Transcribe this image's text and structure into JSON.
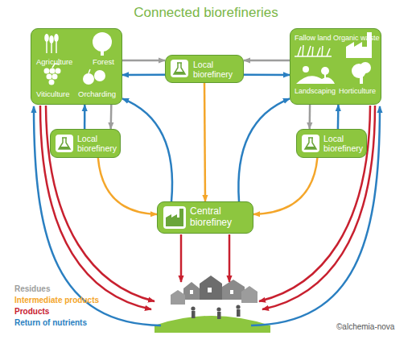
{
  "diagram": {
    "title": "Connected biorefineries",
    "nodes": [
      {
        "text": [
          "Agriculture",
          "Forest",
          "Viticulture",
          "Orcharding"
        ]
      },
      {
        "text": [
          "Local biorefinery"
        ]
      },
      {
        "text": [
          "Fallow land",
          "Organic waste",
          "Landscaping",
          "Horticulture"
        ]
      },
      {
        "text": [
          "Local biorefinery"
        ]
      },
      {
        "text": [
          "Local biorefinery"
        ]
      },
      {
        "text": [
          "Central biorefiney"
        ]
      }
    ],
    "edges": [
      {
        "from": 0,
        "to": 1,
        "arrow": "to"
      },
      {
        "from": 1,
        "to": 0,
        "arrow": "to"
      },
      {
        "from": 2,
        "to": 1,
        "arrow": "to"
      },
      {
        "from": 1,
        "to": 2,
        "arrow": "to"
      },
      {
        "from": 0,
        "to": 3,
        "arrow": "to"
      },
      {
        "from": 3,
        "to": 0,
        "arrow": "to"
      },
      {
        "from": 2,
        "to": 4,
        "arrow": "to"
      },
      {
        "from": 4,
        "to": 2,
        "arrow": "to"
      },
      {
        "from": 1,
        "to": 5,
        "arrow": "to"
      },
      {
        "from": 3,
        "to": 5,
        "arrow": "to"
      },
      {
        "from": 4,
        "to": 5,
        "arrow": "to"
      },
      {
        "from": 5,
        "to": 0,
        "arrow": "to"
      },
      {
        "from": 5,
        "to": 2,
        "arrow": "to"
      }
    ],
    "labels": [
      "©alchemia-nova"
    ],
    "legend": [
      {
        "text": "Residues",
        "color": "#9d9d9c"
      },
      {
        "text": "Intermediate products",
        "color": "#f4a62a"
      },
      {
        "text": "Products",
        "color": "#c8202f"
      },
      {
        "text": "Return of nutrients",
        "color": "#2a7fc1"
      }
    ]
  }
}
